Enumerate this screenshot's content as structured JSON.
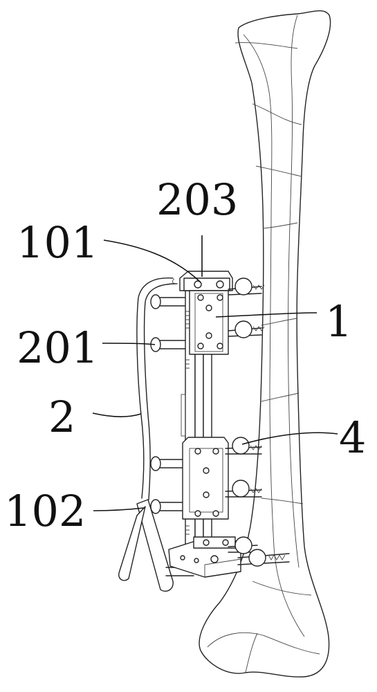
{
  "labels": {
    "l203": "203",
    "l101": "101",
    "l201": "201",
    "l2": "2",
    "l1": "1",
    "l4": "4",
    "l102": "102"
  }
}
